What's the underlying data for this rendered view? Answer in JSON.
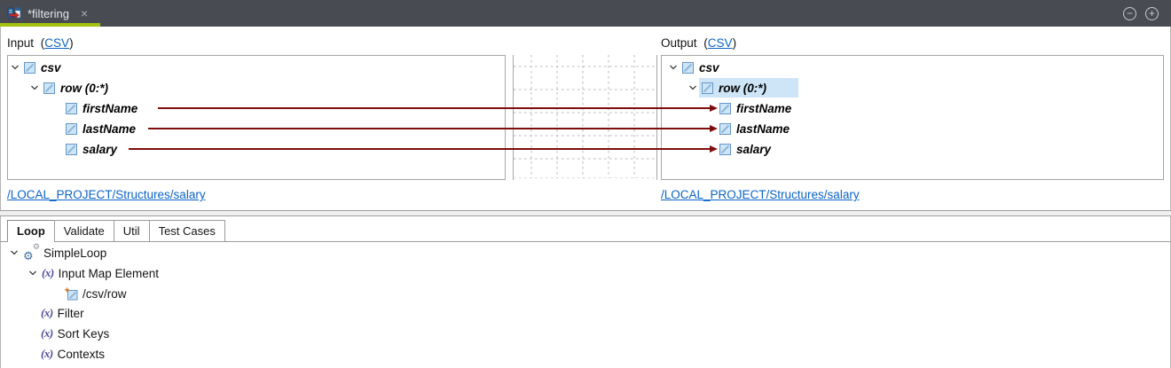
{
  "editor": {
    "tab_title": "*filtering",
    "close_glyph": "×",
    "minimize_glyph": "−",
    "maximize_glyph": "+"
  },
  "punctuation": {
    "open": "(",
    "close": ")"
  },
  "mapper": {
    "input": {
      "title": "Input",
      "format": "CSV",
      "root": "csv",
      "record": "row (0:*)",
      "fields": [
        "firstName",
        "lastName",
        "salary"
      ],
      "structure_path": "/LOCAL_PROJECT/Structures/salary"
    },
    "output": {
      "title": "Output",
      "format": "CSV",
      "root": "csv",
      "record": "row (0:*)",
      "fields": [
        "firstName",
        "lastName",
        "salary"
      ],
      "structure_path": "/LOCAL_PROJECT/Structures/salary",
      "selected_node": "row (0:*)"
    },
    "mappings": [
      {
        "from": "firstName",
        "to": "firstName"
      },
      {
        "from": "lastName",
        "to": "lastName"
      },
      {
        "from": "salary",
        "to": "salary"
      }
    ]
  },
  "bottom_panel": {
    "tabs": [
      "Loop",
      "Validate",
      "Util",
      "Test Cases"
    ],
    "active_tab": "Loop",
    "tree": {
      "loop_name": "SimpleLoop",
      "input_map_element": "Input Map Element",
      "input_map_path": "/csv/row",
      "filter": "Filter",
      "sort_keys": "Sort Keys",
      "contexts": "Contexts"
    }
  },
  "icons": {
    "expression_glyph": "(x)",
    "gear_glyph": "⚙"
  },
  "colors": {
    "accent_green": "#a3c20d",
    "tabbar_bg": "#484c52",
    "mapping_line": "#7f0d0d",
    "link_blue": "#0b63c5",
    "selection_blue": "#cde5f7"
  }
}
